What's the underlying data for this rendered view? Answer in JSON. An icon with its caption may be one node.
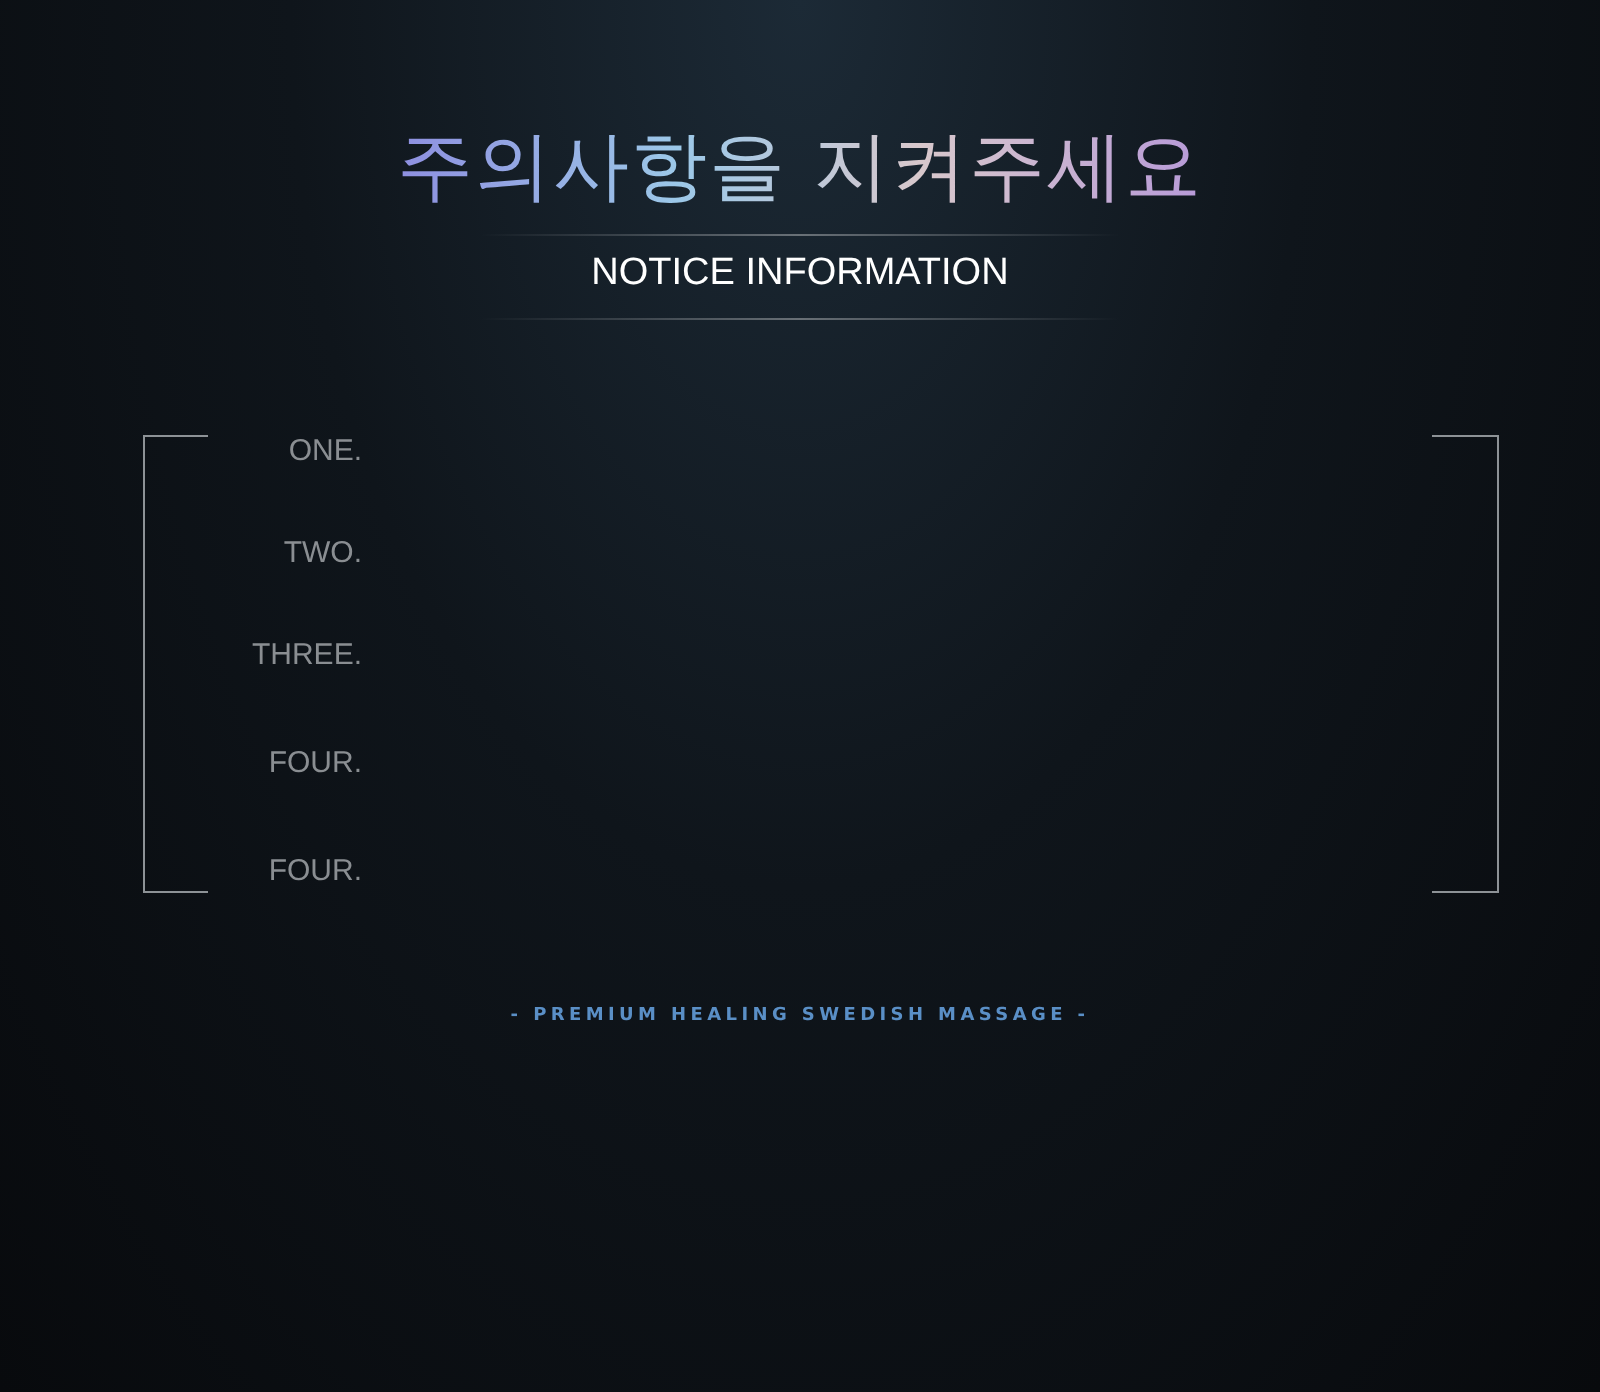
{
  "diagram": {
    "title": "주의사항을 지켜주세요",
    "labels": [
      "NOTICE INFORMATION",
      "ONE.",
      "TWO.",
      "THREE.",
      "FOUR.",
      "FOUR.",
      "- PREMIUM HEALING SWEDISH MASSAGE -"
    ]
  }
}
